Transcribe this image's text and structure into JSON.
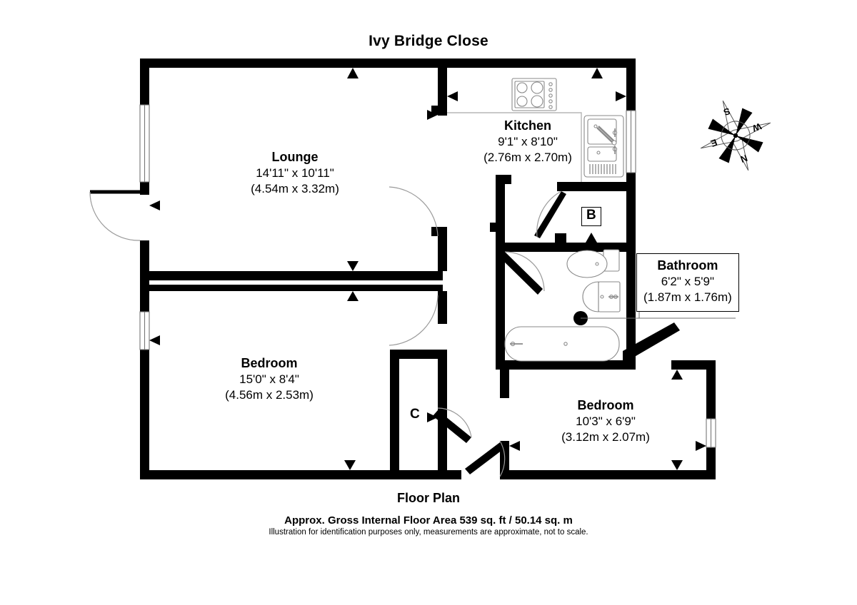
{
  "header": {
    "title": "Ivy Bridge Close"
  },
  "footer": {
    "plan_label": "Floor Plan",
    "area_label": "Approx. Gross Internal Floor Area 539 sq. ft / 50.14 sq. m",
    "disclaimer": "Illustration for identification purposes only, measurements are approximate, not to scale."
  },
  "rooms": [
    {
      "name": "Lounge",
      "dim_imperial": "14'11\" x 10'11\"",
      "dim_metric": "(4.54m x 3.32m)"
    },
    {
      "name": "Kitchen",
      "dim_imperial": "9'1\" x 8'10\"",
      "dim_metric": "(2.76m x 2.70m)"
    },
    {
      "name": "Bathroom",
      "dim_imperial": "6'2\" x 5'9\"",
      "dim_metric": "(1.87m x 1.76m)"
    },
    {
      "name": "Bedroom",
      "dim_imperial": "15'0\" x 8'4\"",
      "dim_metric": "(4.56m x 2.53m)"
    },
    {
      "name": "Bedroom",
      "dim_imperial": "10'3\" x 6'9\"",
      "dim_metric": "(3.12m x 2.07m)"
    }
  ],
  "cupboards": [
    {
      "label": "B"
    },
    {
      "label": "C"
    }
  ],
  "compass": {
    "north": "N",
    "south": "S",
    "east": "E",
    "west": "W"
  },
  "colors": {
    "wall": "#000000",
    "background": "#ffffff",
    "fixture_stroke": "#8a8a8a",
    "door_arc": "#9a9a9a",
    "text": "#000000"
  }
}
